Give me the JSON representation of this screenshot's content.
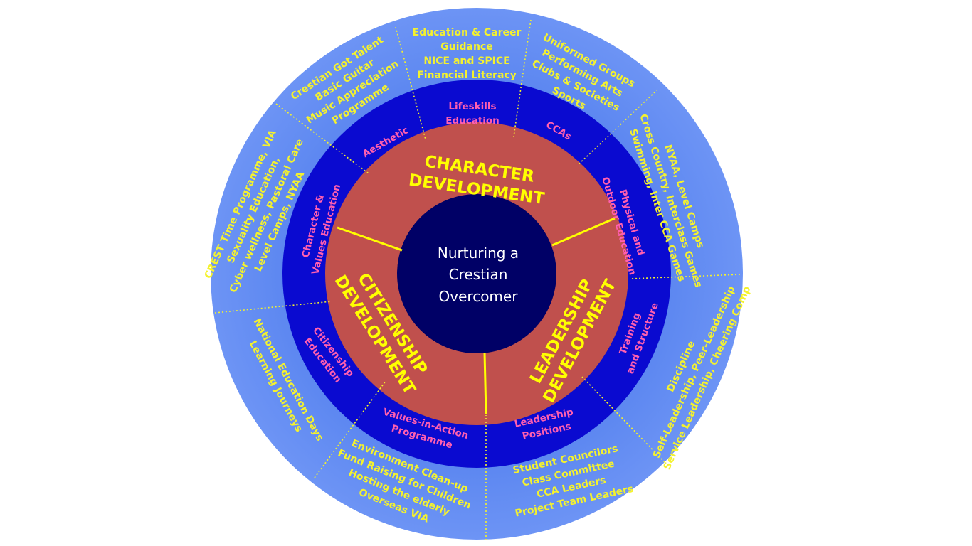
{
  "center": {
    "lines": [
      "Nurturing a",
      "Crestian",
      "Overcomer"
    ]
  },
  "core": [
    {
      "id": "character",
      "lines": [
        "CHARACTER",
        "DEVELOPMENT"
      ]
    },
    {
      "id": "leadership",
      "lines": [
        "LEADERSHIP",
        "DEVELOPMENT"
      ]
    },
    {
      "id": "citizenship",
      "lines": [
        "CITIZENSHIP",
        "DEVELOPMENT"
      ]
    }
  ],
  "middle": [
    {
      "id": "lifeskills",
      "lines": [
        "Lifeskills",
        "Education"
      ]
    },
    {
      "id": "ccas",
      "lines": [
        "CCAs"
      ]
    },
    {
      "id": "physical",
      "lines": [
        "Physical and",
        "Outdoor Education"
      ]
    },
    {
      "id": "training",
      "lines": [
        "Training",
        "and Structure"
      ]
    },
    {
      "id": "leadership-positions",
      "lines": [
        "Leadership",
        "Positions"
      ]
    },
    {
      "id": "via",
      "lines": [
        "Values-in-Action",
        "Programme"
      ]
    },
    {
      "id": "citizenship-ed",
      "lines": [
        "Citizenship",
        "Education"
      ]
    },
    {
      "id": "cve",
      "lines": [
        "Character &",
        "Values Education"
      ]
    },
    {
      "id": "aesthetic",
      "lines": [
        "Aesthetic"
      ]
    }
  ],
  "outer": [
    {
      "id": "lifeskills-items",
      "lines": [
        "Education & Career",
        "Guidance",
        "NICE and SPICE",
        "Financial  Literacy"
      ]
    },
    {
      "id": "cca-items",
      "lines": [
        "Uniformed Groups",
        "Performing Arts",
        "Clubs & Societies",
        "Sports"
      ]
    },
    {
      "id": "pe-items",
      "lines": [
        "NYAA, Level Camps",
        "Cross Country, Interclass Games",
        "Swimming, Inter CCA Games"
      ]
    },
    {
      "id": "training-items",
      "lines": [
        "Discipline",
        "Self-Leadership, Peer-Leadership",
        "Service Leadership, Cheering Comp"
      ]
    },
    {
      "id": "positions-items",
      "lines": [
        "Student Councilors",
        "Class Committee",
        "CCA Leaders",
        "Project Team Leaders"
      ]
    },
    {
      "id": "via-items",
      "lines": [
        "Environment Clean-up",
        "Fund Raising for Children",
        "Hosting the elderly",
        "Overseas VIA"
      ]
    },
    {
      "id": "citizenship-items",
      "lines": [
        "National Education Days",
        "Learning Journeys"
      ]
    },
    {
      "id": "cve-items",
      "lines": [
        "CREST Time Programme, VIA",
        "Sexuality Education,",
        "Cyber wellness, Pastoral Care",
        "Level Camps, NYAA"
      ]
    },
    {
      "id": "aesthetic-items",
      "lines": [
        "Crestian Got Talent",
        "Basic Guitar",
        "Music Appreciation",
        "Programme"
      ]
    }
  ],
  "colors": {
    "outer_ring": "#5b86f0",
    "middle_ring": "#0a0ad0",
    "core_ring": "#c0504d",
    "center": "#000066",
    "outer_text": "#f4f22e",
    "middle_text": "#ff5fb0",
    "core_text": "#ffff00",
    "center_text": "#ffffff"
  }
}
